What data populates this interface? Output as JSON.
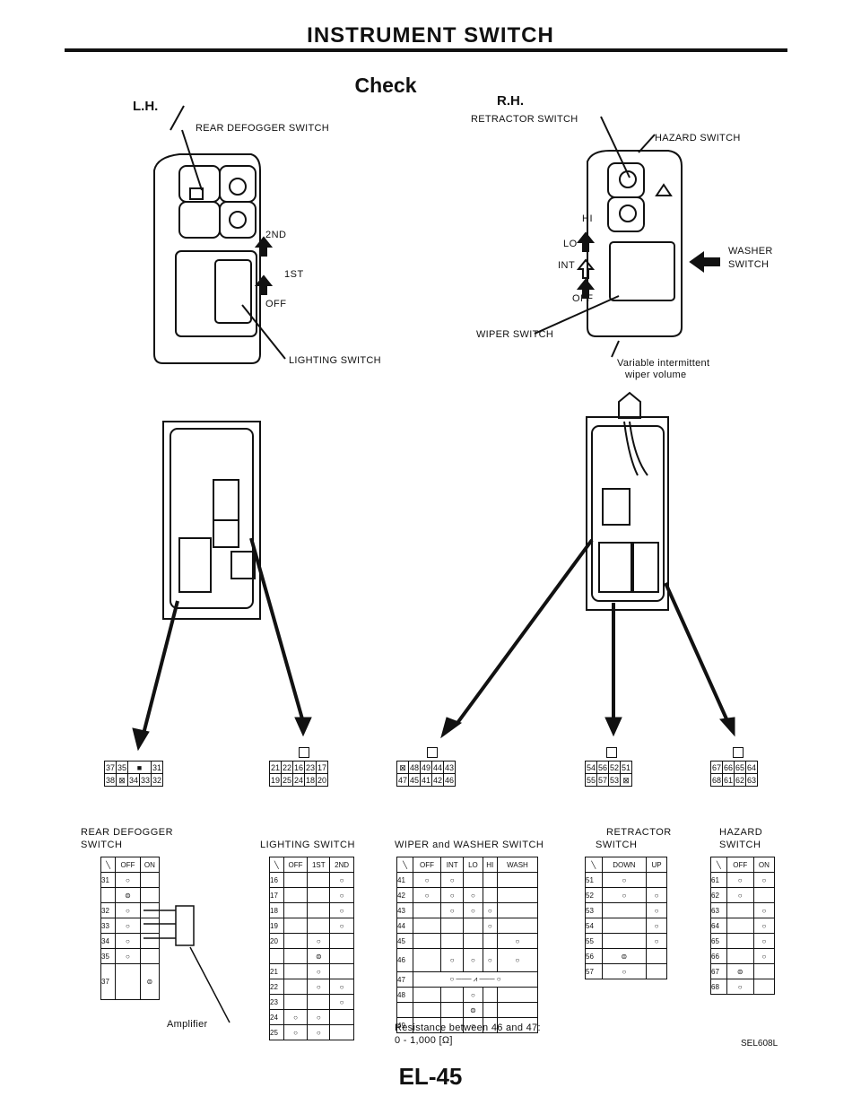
{
  "header": {
    "title": "INSTRUMENT SWITCH",
    "subtitle": "Check"
  },
  "left_section": {
    "title": "L.H.",
    "rear_defogger_label": "REAR DEFOGGER SWITCH",
    "positions": [
      "2ND",
      "1ST",
      "OFF"
    ],
    "lighting_label": "LIGHTING SWITCH"
  },
  "right_section": {
    "title": "R.H.",
    "retractor_label": "RETRACTOR SWITCH",
    "hazard_label": "HAZARD SWITCH",
    "wiper_positions": [
      "HI",
      "LO",
      "INT",
      "OFF"
    ],
    "washer_label_1": "WASHER",
    "washer_label_2": "SWITCH",
    "wiper_label": "WIPER SWITCH",
    "variable_1": "Variable intermittent",
    "variable_2": "wiper volume"
  },
  "connectors": [
    {
      "top": [
        "37",
        "35",
        "■",
        "31"
      ],
      "bottom": [
        "38",
        "⊠",
        "34",
        "33",
        "32"
      ]
    },
    {
      "top": [
        "21",
        "22",
        "16",
        "23",
        "17"
      ],
      "bottom": [
        "19",
        "25",
        "24",
        "18",
        "20"
      ]
    },
    {
      "top": [
        "⊠",
        "48",
        "49",
        "44",
        "43"
      ],
      "bottom": [
        "47",
        "45",
        "41",
        "42",
        "46"
      ]
    },
    {
      "top": [
        "54",
        "56",
        "52",
        "51"
      ],
      "bottom": [
        "55",
        "57",
        "53",
        "⊠"
      ]
    },
    {
      "top": [
        "67",
        "66",
        "65",
        "64"
      ],
      "bottom": [
        "68",
        "61",
        "62",
        "63"
      ]
    }
  ],
  "tables": {
    "rear_defogger": {
      "title_1": "REAR DEFOGGER",
      "title_2": "SWITCH",
      "headers": [
        "OFF",
        "ON"
      ],
      "rows": [
        "31",
        "",
        "32",
        "33",
        "34",
        "35",
        "37"
      ],
      "amplifier": "Amplifier"
    },
    "lighting": {
      "title": "LIGHTING SWITCH",
      "headers": [
        "OFF",
        "1ST",
        "2ND"
      ],
      "rows": [
        "16",
        "17",
        "18",
        "19",
        "20",
        "",
        "21",
        "22",
        "23",
        "24",
        "25"
      ]
    },
    "wiper": {
      "title": "WIPER and WASHER SWITCH",
      "headers": [
        "OFF",
        "INT",
        "LO",
        "HI",
        "WASH"
      ],
      "rows": [
        "41",
        "42",
        "43",
        "44",
        "45",
        "46",
        "47",
        "48",
        "",
        "49"
      ],
      "note_1": "Resistance between 46 and 47:",
      "note_2": "0 - 1,000 [Ω]"
    },
    "retractor": {
      "title_1": "RETRACTOR",
      "title_2": "SWITCH",
      "headers": [
        "DOWN",
        "UP"
      ],
      "rows": [
        "51",
        "52",
        "53",
        "54",
        "55",
        "56",
        "57"
      ]
    },
    "hazard": {
      "title_1": "HAZARD",
      "title_2": "SWITCH",
      "headers": [
        "OFF",
        "ON"
      ],
      "rows": [
        "61",
        "62",
        "63",
        "64",
        "65",
        "66",
        "67",
        "68"
      ]
    }
  },
  "footer": {
    "code": "SEL608L",
    "page": "EL-45"
  }
}
